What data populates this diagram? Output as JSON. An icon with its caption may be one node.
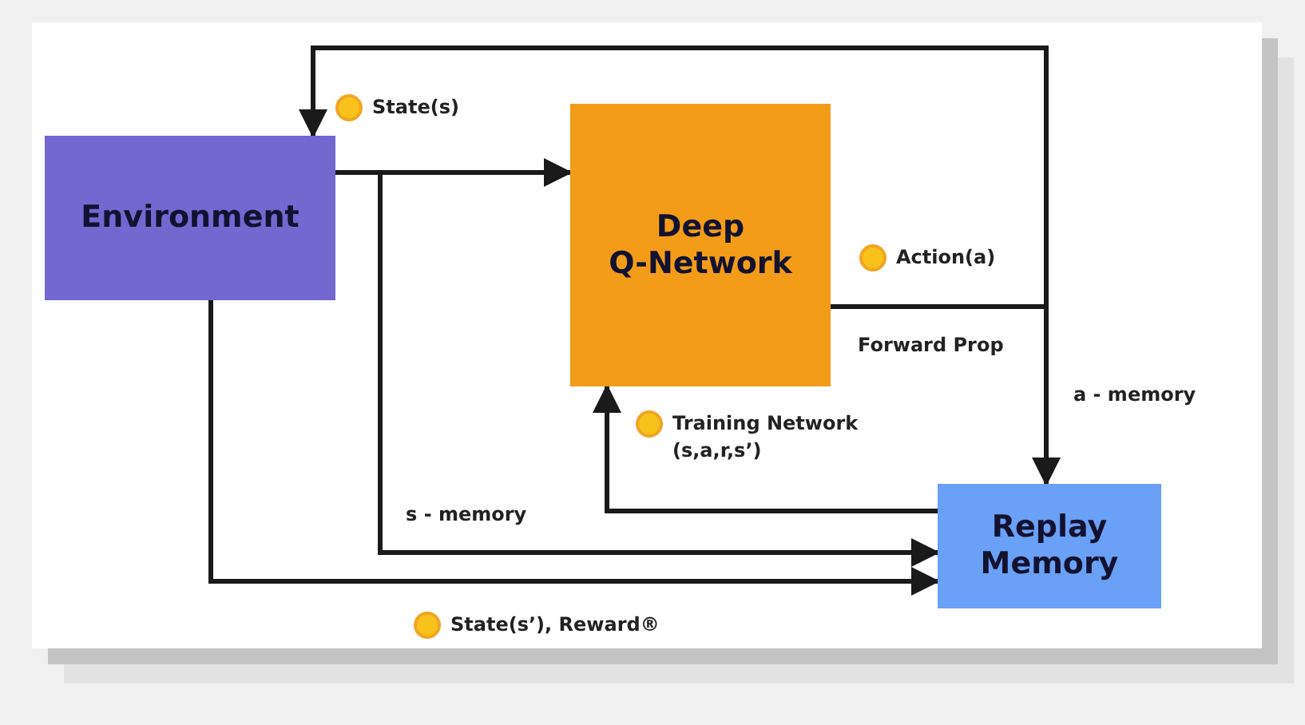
{
  "diagram": {
    "nodes": [
      {
        "text": [
          "Environment"
        ]
      },
      {
        "text": [
          "Deep Q-Network"
        ]
      },
      {
        "text": [
          "Replay Memory"
        ]
      }
    ],
    "edges": [
      {
        "from": 0,
        "to": 1,
        "arrow": "to",
        "label": "State(s)"
      },
      {
        "from": 0,
        "to": 2,
        "arrow": "to",
        "label": "s - memory"
      },
      {
        "from": 0,
        "to": 2,
        "arrow": "to",
        "label": "State(s’), Reward®"
      },
      {
        "from": 2,
        "to": 1,
        "arrow": "to",
        "label": "Training Network (s,a,r,s’)"
      },
      {
        "from": 1,
        "to": 0,
        "arrow": "to",
        "label": "Action(a)"
      },
      {
        "from": 1,
        "to": 2,
        "arrow": "to",
        "label": "a - memory"
      }
    ],
    "labels": [
      "Forward Prop"
    ]
  }
}
